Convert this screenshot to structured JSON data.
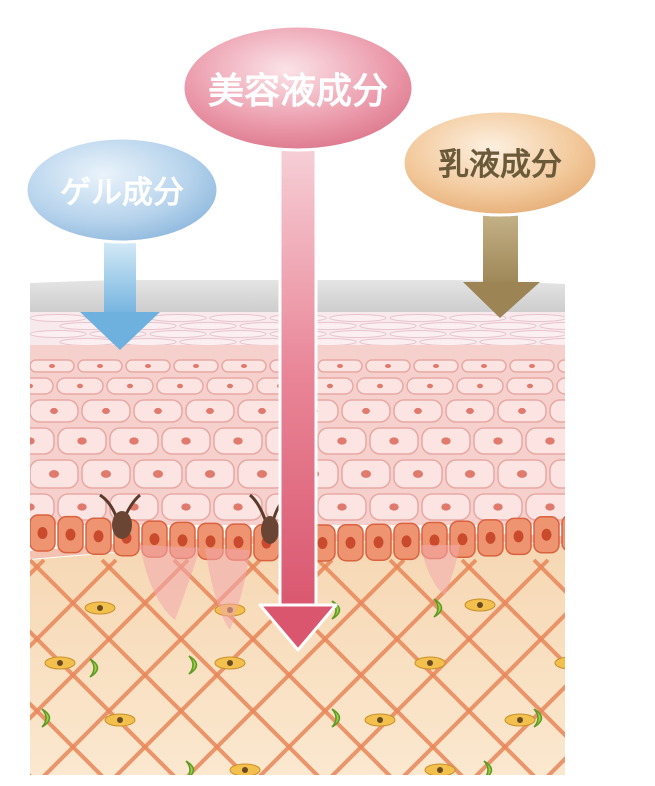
{
  "labels": {
    "gel": "ゲル成分",
    "serum": "美容液成分",
    "emulsion": "乳液成分"
  },
  "colors": {
    "gel_bubble": "#a9cbe6",
    "gel_arrow": "#74b4df",
    "serum_bubble": "#e6889a",
    "serum_arrow": "#de6b80",
    "emulsion_bubble": "#eebc86",
    "emulsion_arrow": "#a68d5c",
    "label_text": "#ffffff",
    "emulsion_text": "#6b5a3a",
    "collagen_fiber": "#e7834e",
    "dermis": "#fbe6c9",
    "epidermis": "#f6cdc8",
    "basal_cell": "#ea7a59"
  },
  "icons": [
    "gel-arrow-icon",
    "serum-arrow-icon",
    "emulsion-arrow-icon"
  ]
}
